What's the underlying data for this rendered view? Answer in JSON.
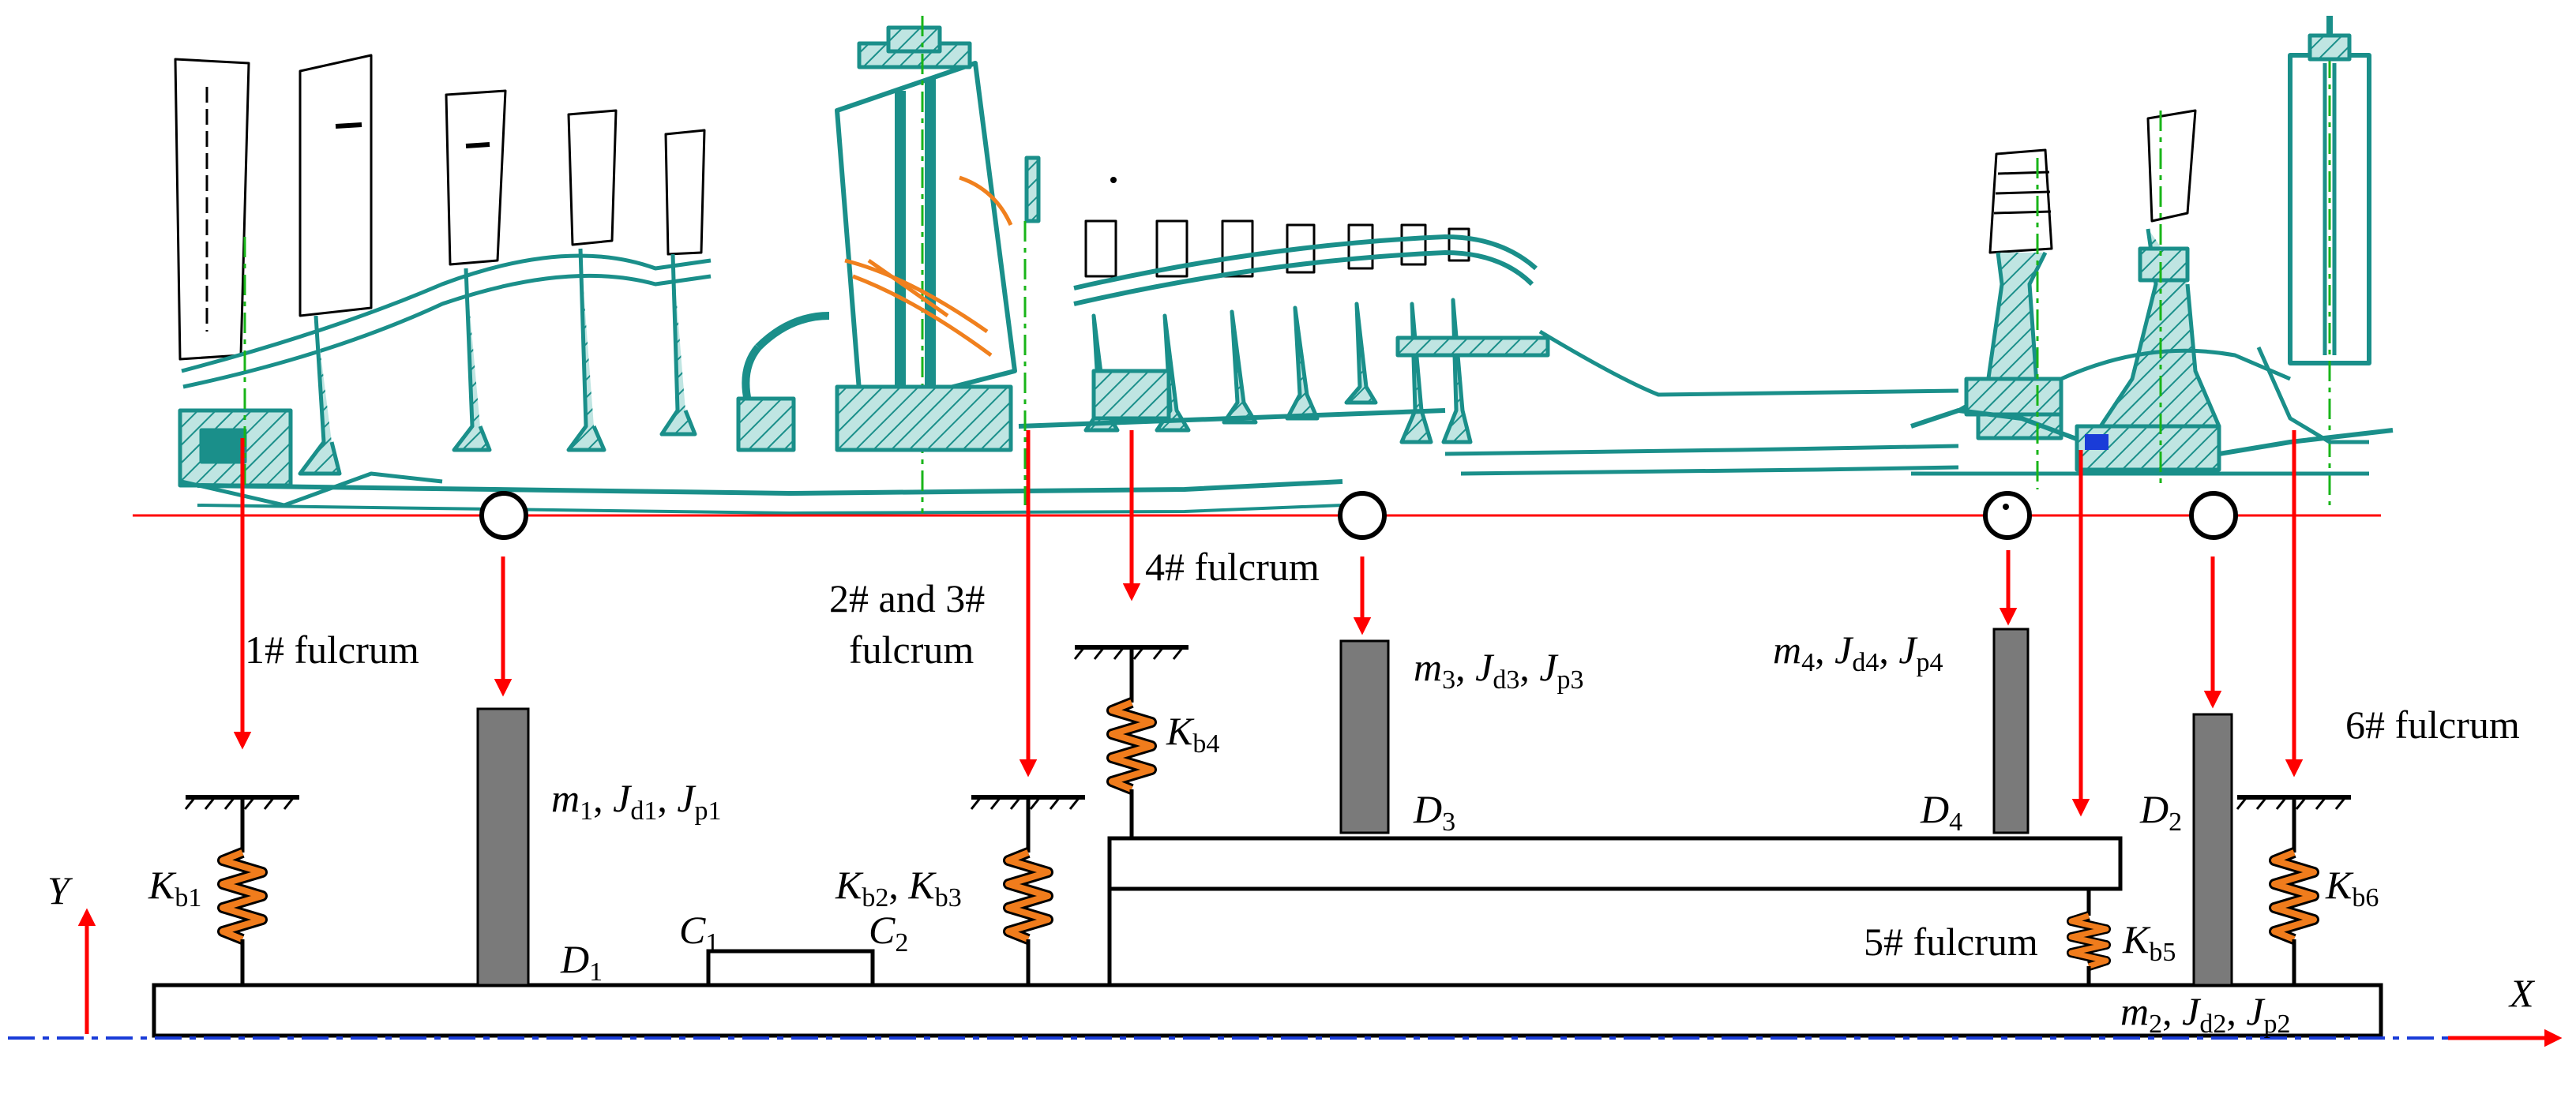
{
  "colors": {
    "engine_teal": "#1a8f8a",
    "engine_orange": "#f0801e",
    "arrow_red": "#ff0000",
    "axis_blue": "#1a3cd8",
    "mass_gray": "#7a7a7a",
    "spring_orange": "#f07c1c"
  },
  "fulcrums": {
    "f1": "1# fulcrum",
    "f23_line1": "2# and 3#",
    "f23_line2": "fulcrum",
    "f4": "4# fulcrum",
    "f5": "5# fulcrum",
    "f6": "6# fulcrum"
  },
  "masses": {
    "m1": {
      "m": "m",
      "m_sub": "1",
      "sep1": ", ",
      "jd": "J",
      "jd_sub": "d1",
      "sep2": ", ",
      "jp": "J",
      "jp_sub": "p1"
    },
    "m2": {
      "m": "m",
      "m_sub": "2",
      "sep1": ", ",
      "jd": "J",
      "jd_sub": "d2",
      "sep2": ", ",
      "jp": "J",
      "jp_sub": "p2"
    },
    "m3": {
      "m": "m",
      "m_sub": "3",
      "sep1": ", ",
      "jd": "J",
      "jd_sub": "d3",
      "sep2": ", ",
      "jp": "J",
      "jp_sub": "p3"
    },
    "m4": {
      "m": "m",
      "m_sub": "4",
      "sep1": ", ",
      "jd": "J",
      "jd_sub": "d4",
      "sep2": ", ",
      "jp": "J",
      "jp_sub": "p4"
    }
  },
  "springs": {
    "kb1": {
      "k": "K",
      "sub": "b1"
    },
    "kb23": {
      "k1": "K",
      "sub1": "b2",
      "sep": ", ",
      "k2": "K",
      "sub2": "b3"
    },
    "kb4": {
      "k": "K",
      "sub": "b4"
    },
    "kb5": {
      "k": "K",
      "sub": "b5"
    },
    "kb6": {
      "k": "K",
      "sub": "b6"
    }
  },
  "disks": {
    "d1": {
      "d": "D",
      "sub": "1"
    },
    "d2": {
      "d": "D",
      "sub": "2"
    },
    "d3": {
      "d": "D",
      "sub": "3"
    },
    "d4": {
      "d": "D",
      "sub": "4"
    }
  },
  "couplings": {
    "c1": {
      "c": "C",
      "sub": "1"
    },
    "c2": {
      "c": "C",
      "sub": "2"
    }
  },
  "axes": {
    "x": "X",
    "y": "Y"
  }
}
